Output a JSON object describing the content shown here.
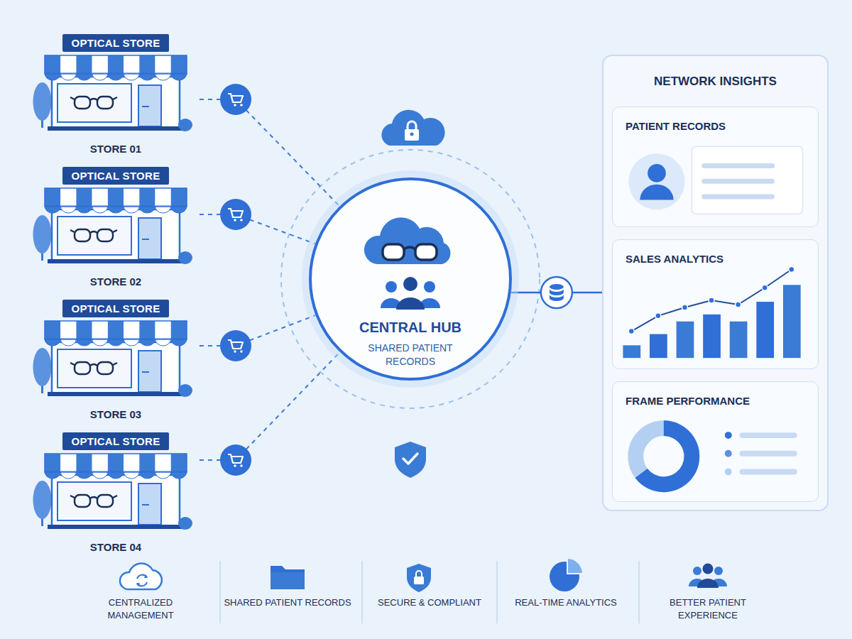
{
  "diagram": {
    "nodes": [
      {
        "text": [
          "OPTICAL STORE",
          "STORE 01"
        ]
      },
      {
        "text": [
          "OPTICAL STORE",
          "STORE 02"
        ]
      },
      {
        "text": [
          "OPTICAL STORE",
          "STORE 03"
        ]
      },
      {
        "text": [
          "OPTICAL STORE",
          "STORE 04"
        ]
      },
      {
        "text": [
          "CENTRAL HUB",
          "SHARED PATIENT RECORDS"
        ]
      },
      {
        "text": [
          "NETWORK INSIGHTS"
        ]
      },
      {
        "text": [
          "PATIENT RECORDS"
        ],
        "in": 5
      },
      {
        "text": [
          "SALES ANALYTICS"
        ],
        "in": 5
      },
      {
        "text": [
          "FRAME PERFORMANCE"
        ],
        "in": 5
      }
    ],
    "edges": [
      {
        "from": 0,
        "to": 4,
        "arrow": "none"
      },
      {
        "from": 1,
        "to": 4,
        "arrow": "none"
      },
      {
        "from": 2,
        "to": 4,
        "arrow": "none"
      },
      {
        "from": 3,
        "to": 4,
        "arrow": "none"
      },
      {
        "from": 4,
        "to": 5,
        "arrow": "none"
      }
    ],
    "labels": [
      "CENTRALIZED MANAGEMENT",
      "SHARED PATIENT RECORDS",
      "SECURE & COMPLIANT",
      "REAL-TIME ANALYTICS",
      "BETTER PATIENT EXPERIENCE"
    ]
  }
}
